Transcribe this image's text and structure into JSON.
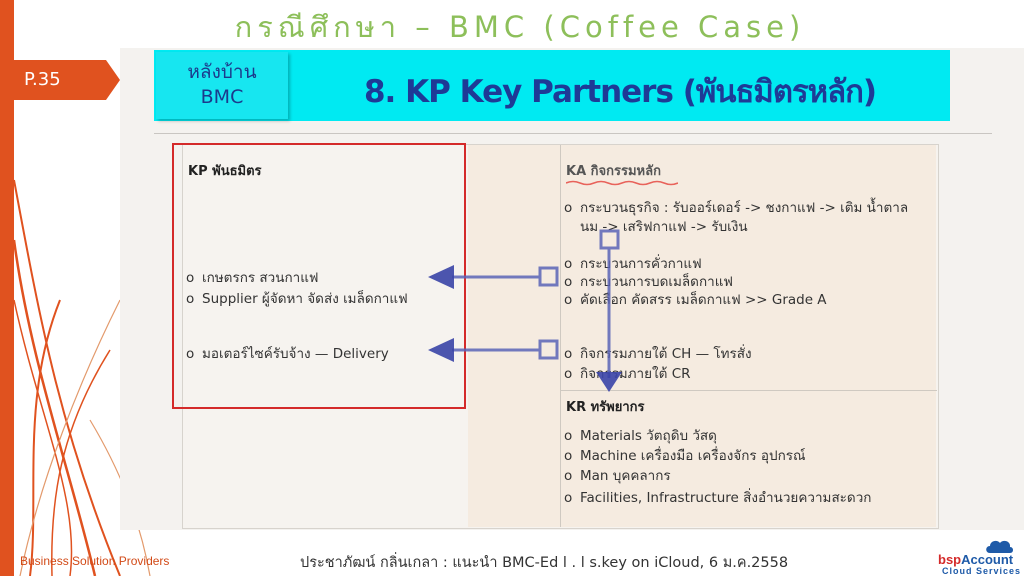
{
  "title": "กรณีศึกษา – BMC (Coffee Case)",
  "page_number": "P.35",
  "header": {
    "left_line1": "หลังบ้าน",
    "left_line2": "BMC",
    "title": "8. KP Key Partners (พันธมิตรหลัก)"
  },
  "kp": {
    "heading": "KP พันธมิตร",
    "items": [
      "เกษตรกร สวนกาแฟ",
      "Supplier ผู้จัดหา จัดส่ง เมล็ดกาแฟ",
      "มอเตอร์ไซค์รับจ้าง  — Delivery"
    ]
  },
  "ka": {
    "heading": "KA กิจกรรมหลัก",
    "items": [
      "กระบวนธุรกิจ : รับออร์เดอร์ -> ชงกาแฟ -> เติม น้ำตาล",
      "นม -> เสริฟกาแฟ -> รับเงิน",
      "กระบวนการคั่วกาแฟ",
      "กระบวนการบดเมล็ดกาแฟ",
      "คัดเลือก คัดสรร เมล็ดกาแฟ >> Grade A",
      "กิจกรรมภายใต้ CH — โทรสั่ง",
      "กิจกรรมภายใต้ CR"
    ]
  },
  "kr": {
    "heading": "KR ทรัพยากร",
    "items": [
      "Materials วัตถุดิบ วัสดุ",
      "Machine เครื่องมือ เครื่องจักร อุปกรณ์",
      "Man บุคคลากร",
      "Facilities, Infrastructure สิ่งอำนวยความสะดวก"
    ]
  },
  "footer": {
    "left": "Business Solution Providers",
    "center": "ประชาภัฒน์ กลิ่นเกลา : แนะนำ BMC-Ed l . l s.key on iCloud, 6 ม.ค.2558"
  },
  "logo": {
    "brand_a": "bsp",
    "brand_b": "Account",
    "sub": "Cloud Services"
  },
  "colors": {
    "accent": "#e0521f",
    "header_bg": "#00eaf2",
    "title_green": "#8dbf5a",
    "arrow_blue": "#5a64b8",
    "kp_border": "#d42a2a"
  }
}
